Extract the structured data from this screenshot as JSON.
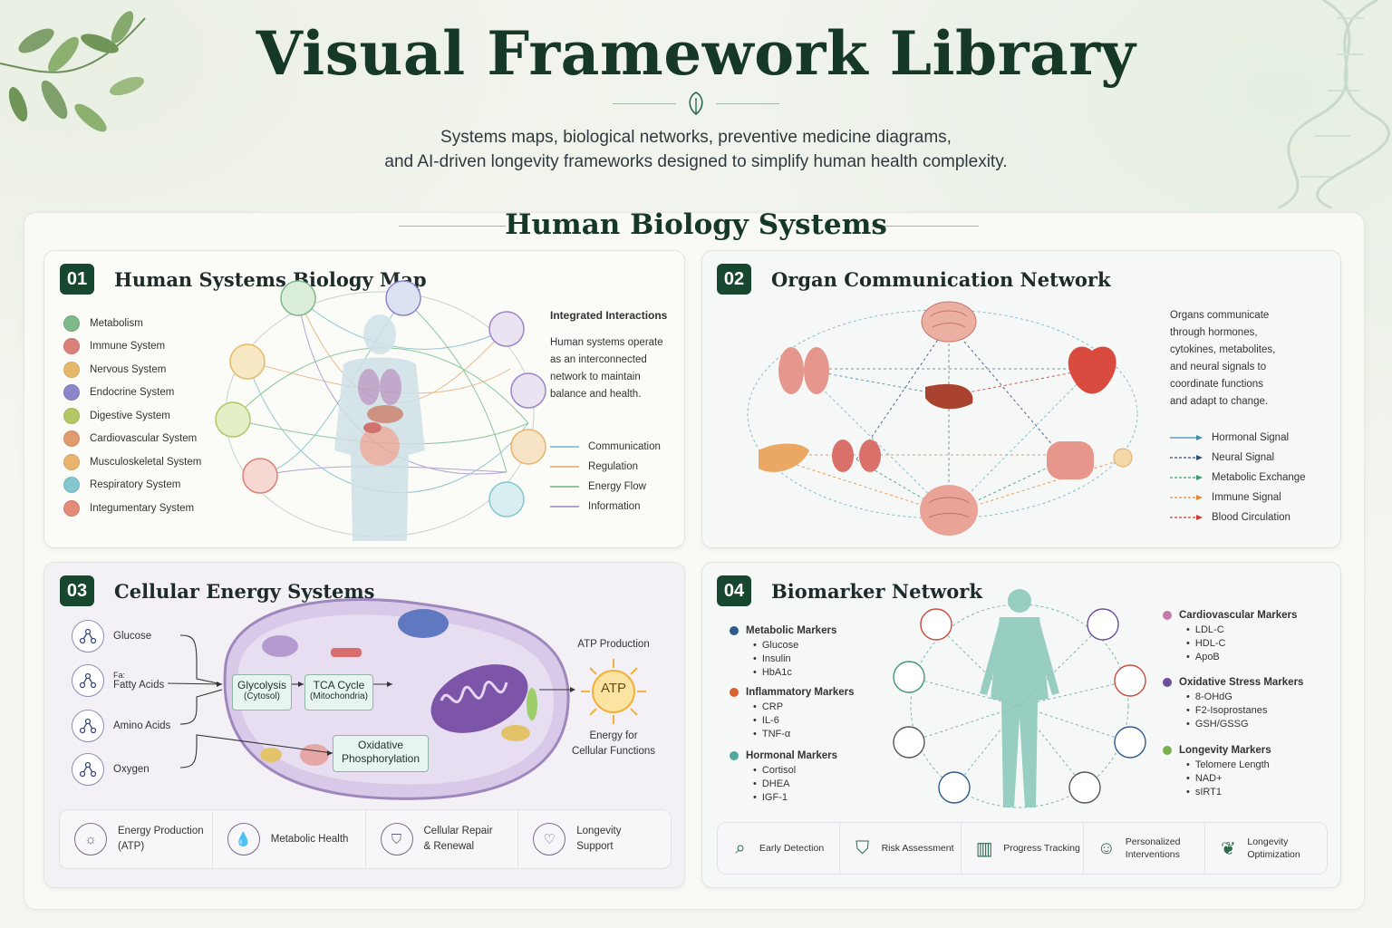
{
  "hero": {
    "title": "Visual Framework Library",
    "subtitle_line1": "Systems maps, biological networks, preventive medicine diagrams,",
    "subtitle_line2": "and AI-driven longevity frameworks designed to simplify human health complexity."
  },
  "section": {
    "title": "Human Biology Systems"
  },
  "cards": {
    "c1": {
      "number": "01",
      "title": "Human Systems Biology Map",
      "systems": [
        {
          "label": "Metabolism",
          "color": "#7fb889"
        },
        {
          "label": "Immune System",
          "color": "#d98178"
        },
        {
          "label": "Nervous System",
          "color": "#e6b96a"
        },
        {
          "label": "Endocrine System",
          "color": "#8b85c9"
        },
        {
          "label": "Digestive System",
          "color": "#b3c765"
        },
        {
          "label": "Cardiovascular System",
          "color": "#e09a6e"
        },
        {
          "label": "Musculoskeletal System",
          "color": "#e8b36e"
        },
        {
          "label": "Respiratory System",
          "color": "#86c6cf"
        },
        {
          "label": "Integumentary System",
          "color": "#e38a79"
        }
      ],
      "side_title": "Integrated Interactions",
      "side_text": [
        "Human systems operate",
        "as an interconnected",
        "network to maintain",
        "balance and health."
      ],
      "line_legend": [
        {
          "label": "Communication",
          "color": "#6fb3c4"
        },
        {
          "label": "Regulation",
          "color": "#e2a466"
        },
        {
          "label": "Energy Flow",
          "color": "#6ab57e"
        },
        {
          "label": "Information",
          "color": "#9b86c6"
        }
      ]
    },
    "c2": {
      "number": "02",
      "title": "Organ Communication Network",
      "side_text": [
        "Organs communicate",
        "through hormones,",
        "cytokines, metabolites,",
        "and neural signals to",
        "coordinate functions",
        "and adapt to change."
      ],
      "signals": [
        {
          "label": "Hormonal Signal",
          "color": "#3f8ea8"
        },
        {
          "label": "Neural Signal",
          "color": "#2d4f7a"
        },
        {
          "label": "Metabolic Exchange",
          "color": "#3c9a6c"
        },
        {
          "label": "Immune Signal",
          "color": "#e08a3c"
        },
        {
          "label": "Blood Circulation",
          "color": "#cc3a33"
        }
      ]
    },
    "c3": {
      "number": "03",
      "title": "Cellular Energy Systems",
      "inputs": [
        "Glucose",
        "Fatty Acids",
        "Amino Acids",
        "Oxygen"
      ],
      "fatty_prefix": "Fa:",
      "glycolysis": "Glycolysis",
      "glycolysis_sub": "(Cytosol)",
      "tca": "TCA Cycle",
      "tca_sub": "(Mitochondria)",
      "oxphos_line1": "Oxidative",
      "oxphos_line2": "Phosphorylation",
      "atp_title": "ATP Production",
      "atp": "ATP",
      "atp_caption_line1": "Energy for",
      "atp_caption_line2": "Cellular Functions",
      "footer": [
        {
          "label": "Energy Production\n(ATP)",
          "icon": "sun-icon"
        },
        {
          "label": "Metabolic Health",
          "icon": "drop-icon"
        },
        {
          "label": "Cellular Repair\n& Renewal",
          "icon": "shield-icon"
        },
        {
          "label": "Longevity\nSupport",
          "icon": "heart-icon"
        }
      ]
    },
    "c4": {
      "number": "04",
      "title": "Biomarker Network",
      "groups_left": [
        {
          "title": "Metabolic Markers",
          "color": "#2d5a8c",
          "items": [
            "Glucose",
            "Insulin",
            "HbA1c"
          ]
        },
        {
          "title": "Inflammatory Markers",
          "color": "#d9632e",
          "items": [
            "CRP",
            "IL-6",
            "TNF-α"
          ]
        },
        {
          "title": "Hormonal Markers",
          "color": "#4fa7a0",
          "items": [
            "Cortisol",
            "DHEA",
            "IGF-1"
          ]
        }
      ],
      "groups_right": [
        {
          "title": "Cardiovascular Markers",
          "color": "#c47aa8",
          "items": [
            "LDL-C",
            "HDL-C",
            "ApoB"
          ]
        },
        {
          "title": "Oxidative Stress Markers",
          "color": "#6b4e9b",
          "items": [
            "8-OHdG",
            "F2-Isoprostanes",
            "GSH/GSSG"
          ]
        },
        {
          "title": "Longevity Markers",
          "color": "#7ab04a",
          "items": [
            "Telomere Length",
            "NAD+",
            "sIRT1"
          ]
        }
      ],
      "footer": [
        {
          "label": "Early Detection",
          "icon": "magnifier-pulse-icon"
        },
        {
          "label": "Risk Assessment",
          "icon": "shield-check-icon"
        },
        {
          "label": "Progress Tracking",
          "icon": "bar-chart-icon"
        },
        {
          "label": "Personalized\nInterventions",
          "icon": "person-icon"
        },
        {
          "label": "Longevity\nOptimization",
          "icon": "leaf-circle-icon"
        }
      ]
    }
  }
}
